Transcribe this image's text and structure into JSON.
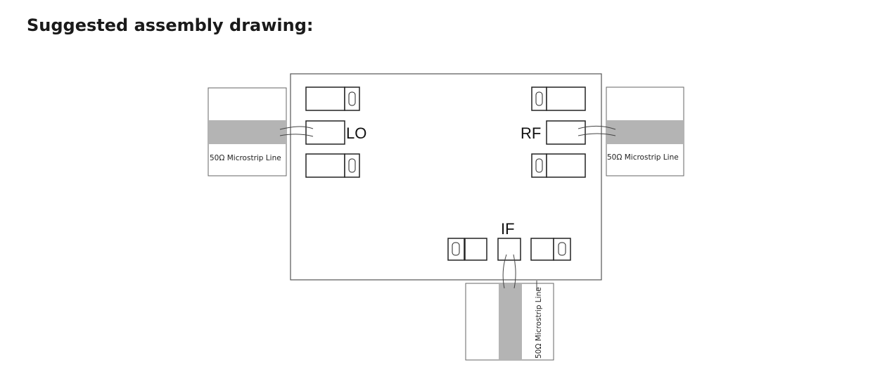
{
  "heading": {
    "title": "Suggested assembly drawing",
    "colon": ":"
  },
  "diagram": {
    "ports": {
      "lo": "LO",
      "rf": "RF",
      "if": "IF"
    },
    "microstrip": {
      "left": "50Ω Microstrip Line",
      "right": "50Ω Microstrip Line",
      "bottom": "50Ω Microstrip Line"
    },
    "colors": {
      "outline": "#555555",
      "trace": "#b4b4b4",
      "pad_stroke": "#222222"
    }
  }
}
